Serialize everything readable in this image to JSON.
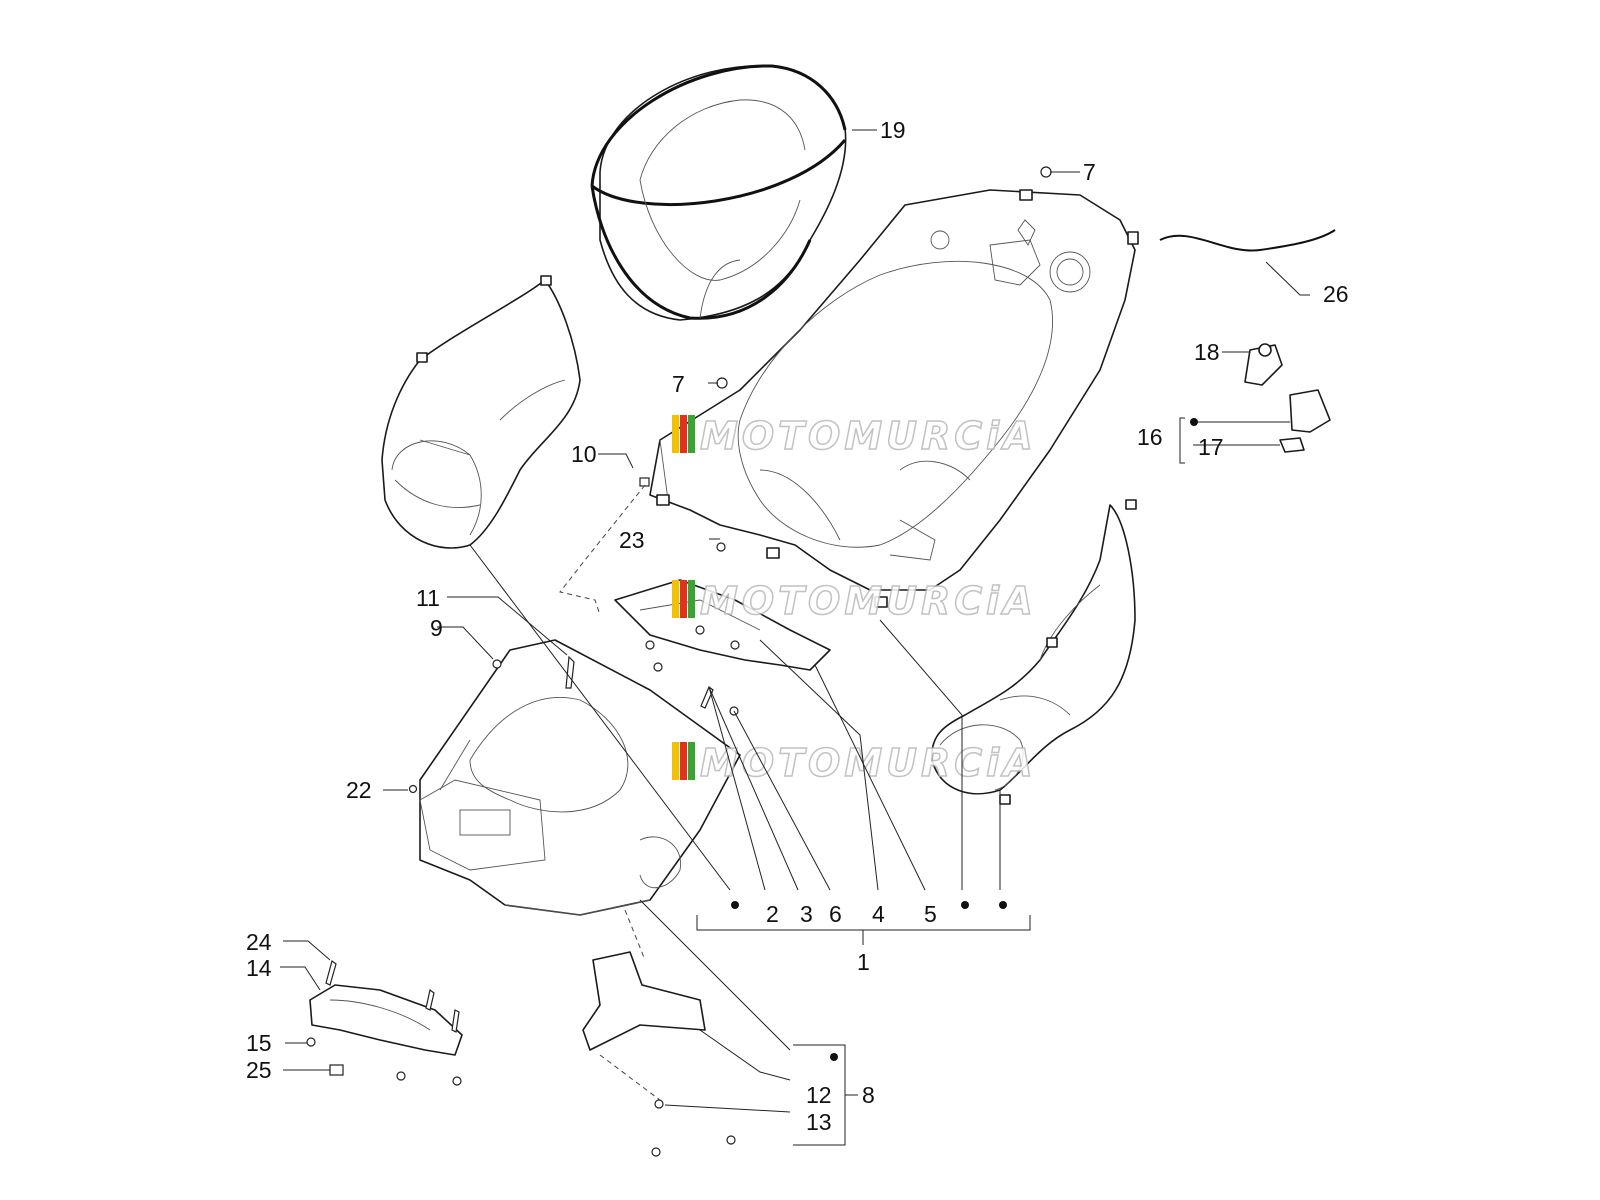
{
  "watermark": {
    "text": "MOTOMURCiA",
    "stripe_colors": [
      "#f2c200",
      "#e0331b",
      "#3aa335",
      "#ffffff"
    ]
  },
  "callouts": {
    "n1": "1",
    "n2": "2",
    "n3": "3",
    "n4": "4",
    "n5": "5",
    "n6": "6",
    "n7a": "7",
    "n7b": "7",
    "n8": "8",
    "n9": "9",
    "n10": "10",
    "n11": "11",
    "n12": "12",
    "n13": "13",
    "n14": "14",
    "n15": "15",
    "n16": "16",
    "n17": "17",
    "n18": "18",
    "n19": "19",
    "n22": "22",
    "n23": "23",
    "n24": "24",
    "n25": "25",
    "n26": "26"
  }
}
